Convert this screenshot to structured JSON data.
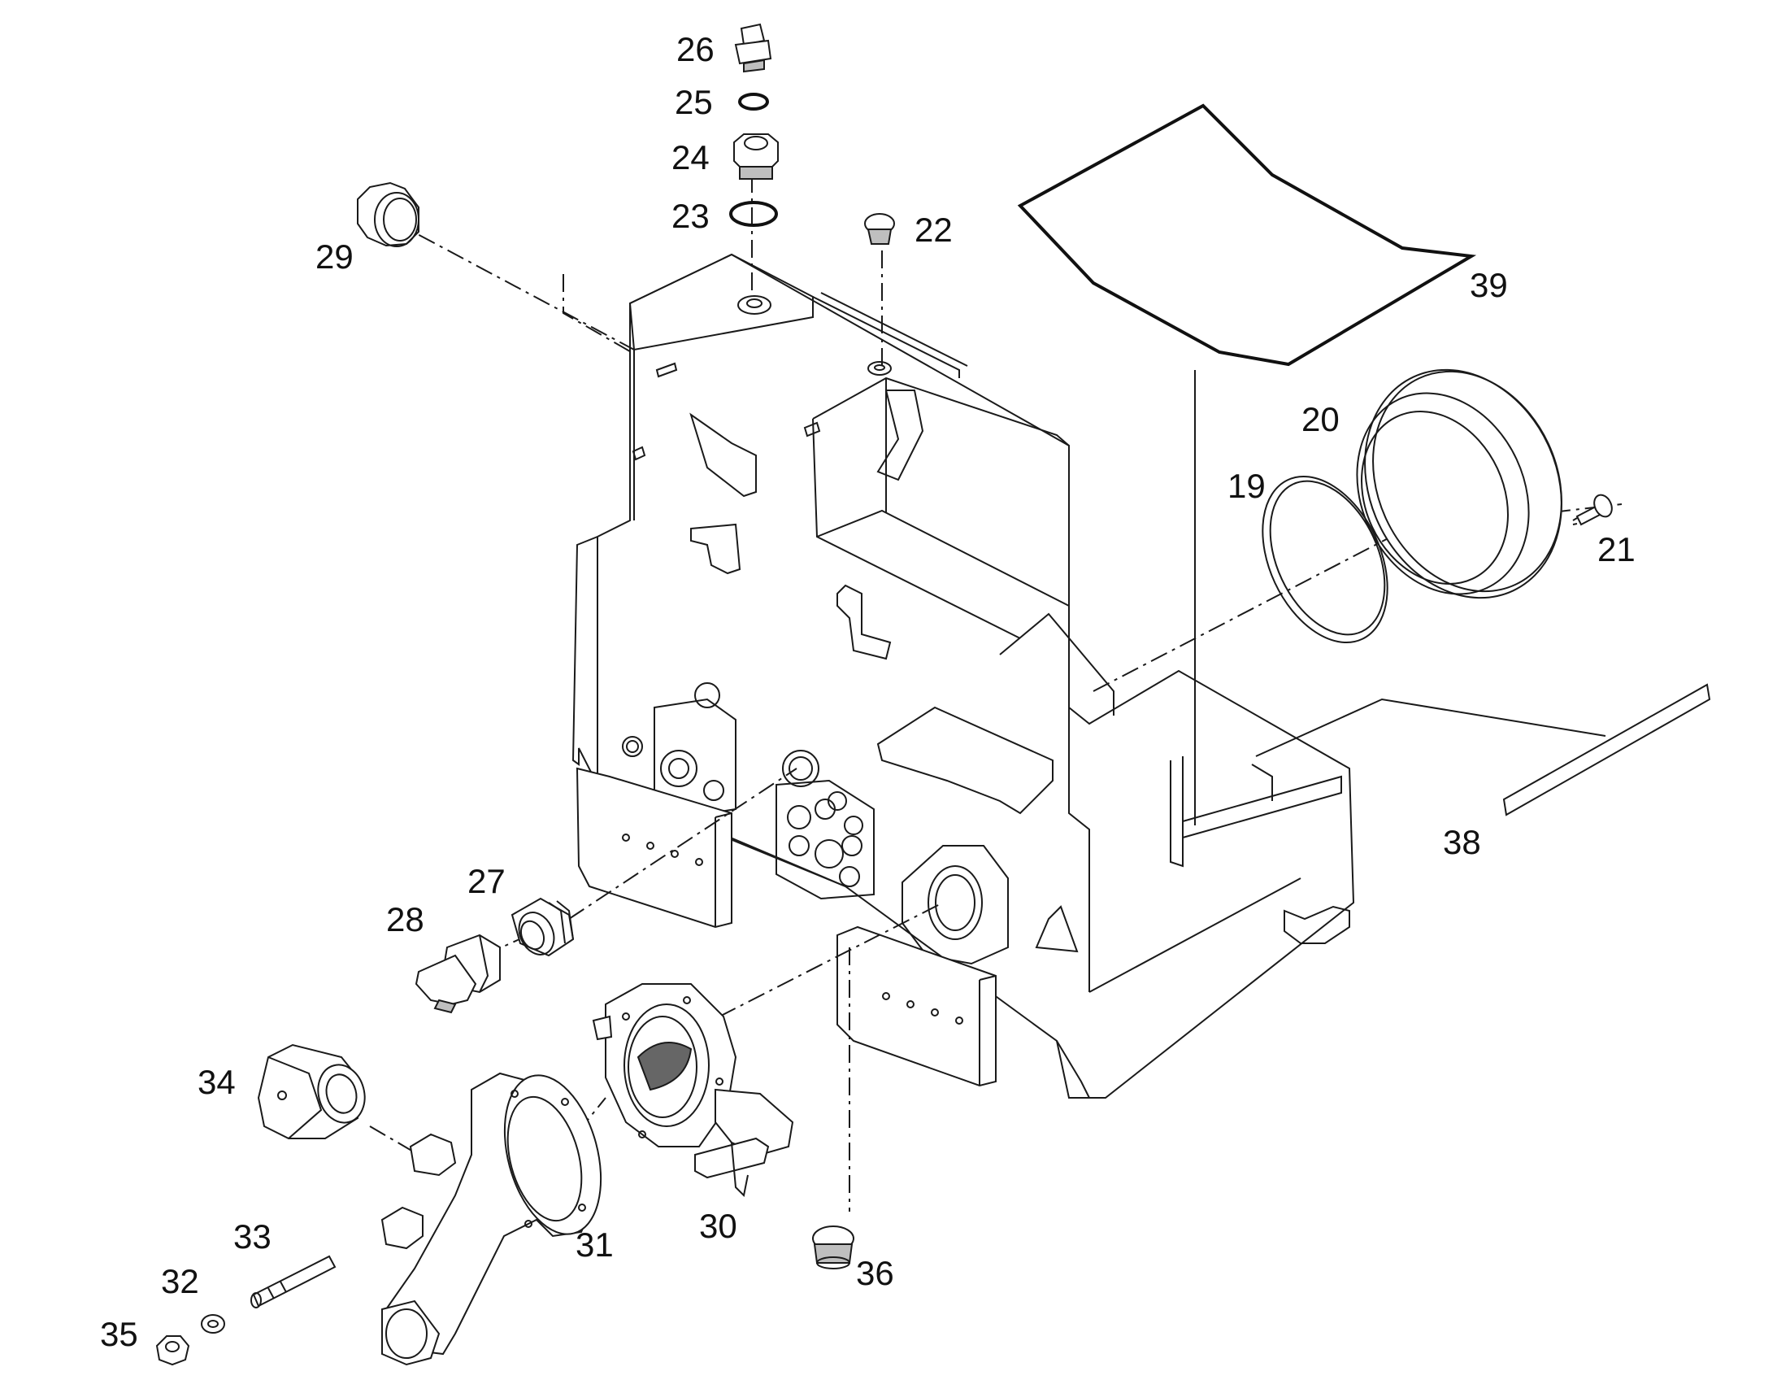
{
  "callouts": {
    "c19": "19",
    "c20": "20",
    "c21": "21",
    "c22": "22",
    "c23": "23",
    "c24": "24",
    "c25": "25",
    "c26": "26",
    "c27": "27",
    "c28": "28",
    "c29": "29",
    "c30": "30",
    "c31": "31",
    "c32": "32",
    "c33": "33",
    "c34": "34",
    "c35": "35",
    "c36": "36",
    "c38": "38",
    "c39": "39"
  }
}
